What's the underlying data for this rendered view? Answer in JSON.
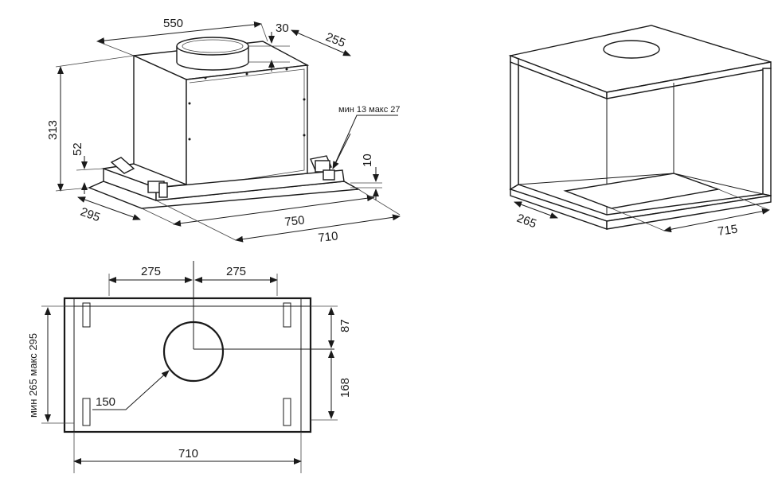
{
  "hood_view": {
    "width": "550",
    "flange_height": "30",
    "depth_top": "255",
    "height": "313",
    "side_height": "52",
    "depth_bottom": "295",
    "panel_width": "750",
    "cutout_width": "710",
    "lip": "10",
    "range_note": "мин 13 макс 27"
  },
  "cabinet_view": {
    "depth": "265",
    "width": "715"
  },
  "top_view": {
    "half_left": "275",
    "half_right": "275",
    "offset_top": "87",
    "offset_bottom": "168",
    "duct_diameter": "150",
    "width": "710",
    "depth_range": "мин 265  макс 295"
  },
  "colors": {
    "line": "#1a1a1a",
    "background": "#ffffff"
  }
}
